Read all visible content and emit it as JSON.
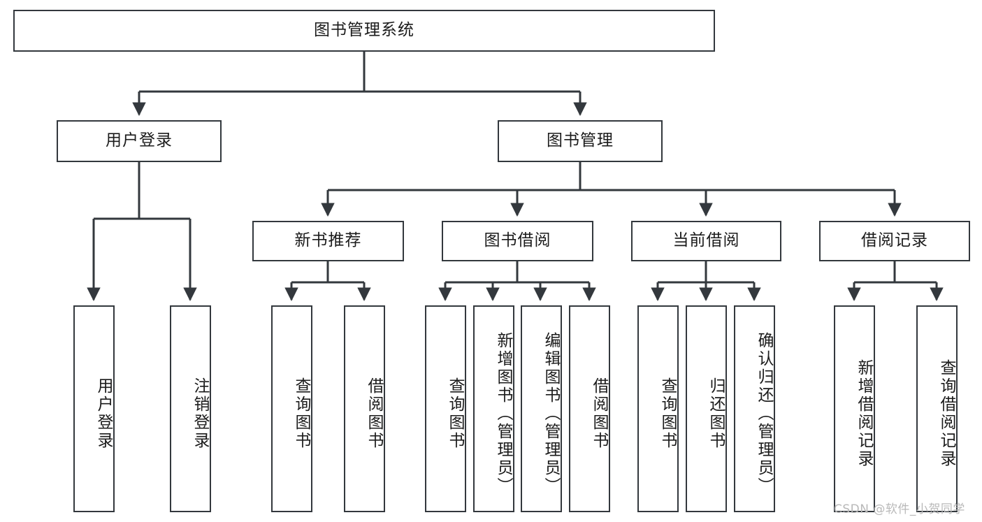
{
  "diagram": {
    "title_node": {
      "label": "图书管理系统"
    },
    "level2": [
      {
        "label": "用户登录"
      },
      {
        "label": "图书管理"
      }
    ],
    "level3": [
      {
        "label": "新书推荐"
      },
      {
        "label": "图书借阅"
      },
      {
        "label": "当前借阅"
      },
      {
        "label": "借阅记录"
      }
    ],
    "leaves": {
      "user_login": [
        {
          "label": "用户登录"
        },
        {
          "label": "注销登录"
        }
      ],
      "new_book_recommend": [
        {
          "label": "查询图书"
        },
        {
          "label": "借阅图书"
        }
      ],
      "book_borrow": [
        {
          "label": "查询图书"
        },
        {
          "label": "新增图书（管理员）"
        },
        {
          "label": "编辑图书（管理员）"
        },
        {
          "label": "借阅图书"
        }
      ],
      "current_borrow": [
        {
          "label": "查询图书"
        },
        {
          "label": "归还图书"
        },
        {
          "label": "确认归还（管理员）"
        }
      ],
      "borrow_record": [
        {
          "label": "新增借阅记录"
        },
        {
          "label": "查询借阅记录"
        }
      ]
    }
  },
  "watermark": {
    "text": "CSDN @软件_小贺同学"
  },
  "colors": {
    "stroke": "#33383d",
    "text": "#1b1b1b",
    "background": "#ffffff",
    "watermark": "#b9b9b9"
  }
}
